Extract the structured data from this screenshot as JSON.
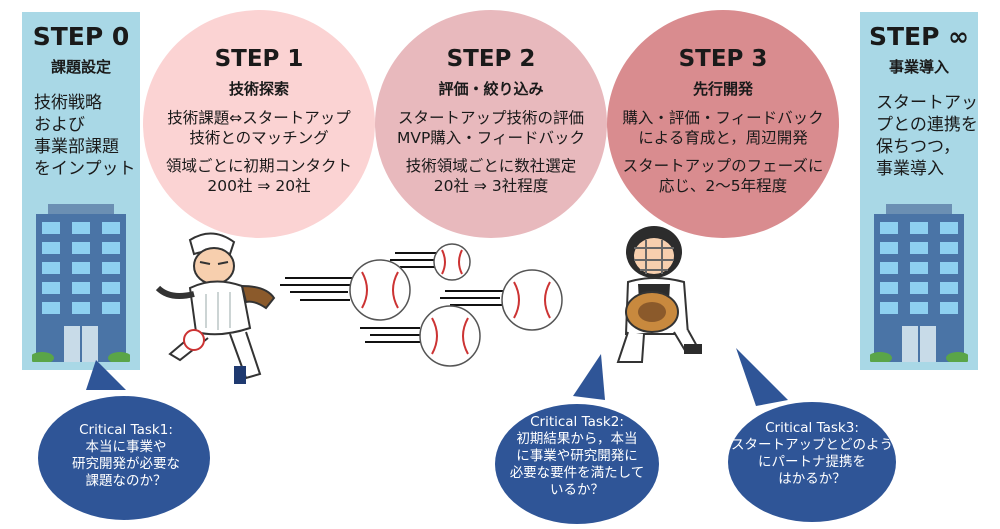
{
  "step0": {
    "title": "STEP 0",
    "subtitle": "課題設定",
    "lines": [
      "技術戦略",
      "および",
      "事業部課題",
      "をインプット"
    ]
  },
  "stepInf": {
    "title": "STEP ∞",
    "subtitle": "事業導入",
    "lines": [
      "スタートアッ",
      "プとの連携を",
      "保ちつつ，",
      "事業導入"
    ]
  },
  "step1": {
    "title": "STEP 1",
    "subtitle": "技術探索",
    "line1": "技術課題⇔スタートアップ",
    "line2": "技術とのマッチング",
    "line3": "領域ごとに初期コンタクト",
    "line4": "200社 ⇒ 20社"
  },
  "step2": {
    "title": "STEP 2",
    "subtitle": "評価・絞り込み",
    "line1": "スタートアップ技術の評価",
    "line2": "MVP購入・フィードバック",
    "line3": "技術領域ごとに数社選定",
    "line4": "20社 ⇒ 3社程度"
  },
  "step3": {
    "title": "STEP 3",
    "subtitle": "先行開発",
    "line1": "購入・評価・フィードバック",
    "line2": "による育成と，周辺開発",
    "line3": "スタートアップのフェーズに",
    "line4": "応じ、2～5年程度"
  },
  "task1": {
    "lines": [
      "Critical  Task1:",
      "本当に事業や",
      "研究開発が必要な",
      "課題なのか？"
    ]
  },
  "task2": {
    "lines": [
      "Critical  Task2:",
      "初期結果から，本当",
      "に事業や研究開発に",
      "必要な要件を満たして",
      "いるか？"
    ]
  },
  "task3": {
    "lines": [
      "Critical  Task3:",
      "スタートアップとどのよう",
      "にパートナ提携を",
      "はかるか？"
    ]
  },
  "colors": {
    "panel": "#a9d8e6",
    "step1": "#fbd3d3",
    "step2": "#e8b9bd",
    "step3": "#d98c8f",
    "bubble": "#2f5597"
  }
}
